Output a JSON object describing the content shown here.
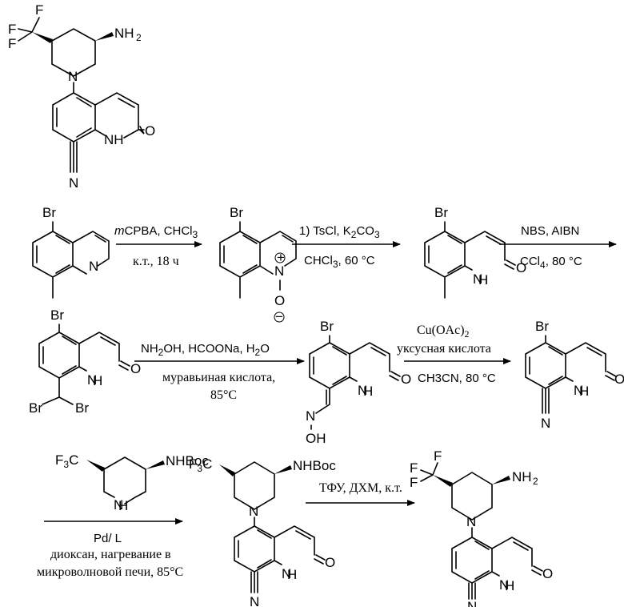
{
  "atoms": {
    "F": "F",
    "Br": "Br",
    "N": "N",
    "NH": "NH",
    "H": "H",
    "O": "O",
    "OH": "OH",
    "NH2": "NH",
    "NHBoc": "NHBoc",
    "F3C": "F",
    "three": "3",
    "C": "C",
    "two": "2",
    "plus": "+",
    "minus": "−"
  },
  "conditions": {
    "step1_top_italic": "m",
    "step1_top_rest": "CPBA, CHCl",
    "step1_top_sub": "3",
    "step1_bottom": "к.т., 18 ч",
    "step2_top": "1) TsCl, K",
    "step2_top_sub": "2",
    "step2_top_rest": "CO",
    "step2_top_sub2": "3",
    "step2_bottom": "CHCl",
    "step2_bottom_sub": "3",
    "step2_bottom_rest": ", 60 °C",
    "step3_top": "NBS, AIBN",
    "step3_bottom": "CCl",
    "step3_bottom_sub": "4",
    "step3_bottom_rest": ", 80 °C",
    "step4_top_a": "NH",
    "step4_top_sub1": "2",
    "step4_top_b": "OH, HCOONa, H",
    "step4_top_sub2": "2",
    "step4_top_c": "O",
    "step4_bottom_1": "муравьиная кислота,",
    "step4_bottom_2": "85°C",
    "step5_top_1": "Cu(OAc)",
    "step5_top_1_sub": "2",
    "step5_top_2": "уксусная кислота",
    "step5_bottom": "CH3CN, 80 °C",
    "step6_top": "Pd/ L",
    "step6_bottom_1": "диоксан, нагревание в",
    "step6_bottom_2": "микроволновой печи, 85°C",
    "step7_top": "ТФУ, ДХМ, к.т."
  }
}
